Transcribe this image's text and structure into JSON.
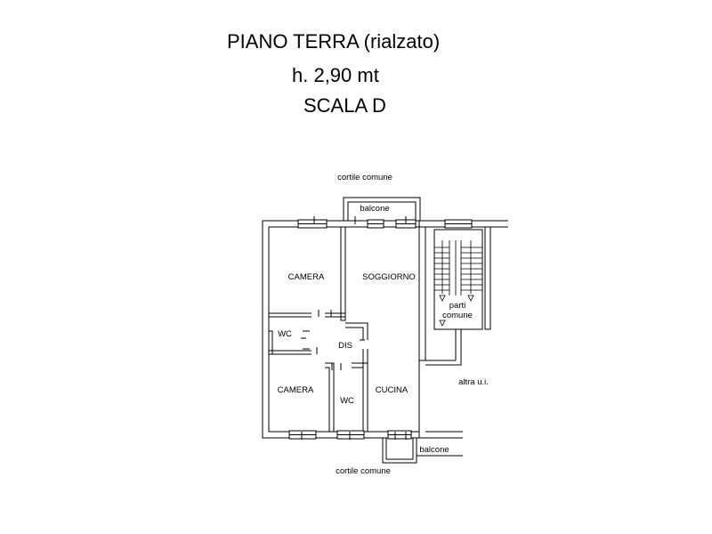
{
  "header": {
    "title": "PIANO TERRA (rialzato)",
    "height": "h. 2,90 mt",
    "stair": "SCALA D"
  },
  "plan": {
    "courtyard_top": "cortile comune",
    "courtyard_bottom": "cortile comune",
    "balcony_top": "balcone",
    "balcony_bottom": "balcone",
    "bedroom_1": "CAMERA",
    "bedroom_2": "CAMERA",
    "living": "SOGGIORNO",
    "kitchen": "CUCINA",
    "hall": "DIS",
    "wc_1": "WC",
    "wc_2": "WC",
    "common_1": "parti",
    "common_2": "comune",
    "other_unit": "altra u.i."
  }
}
